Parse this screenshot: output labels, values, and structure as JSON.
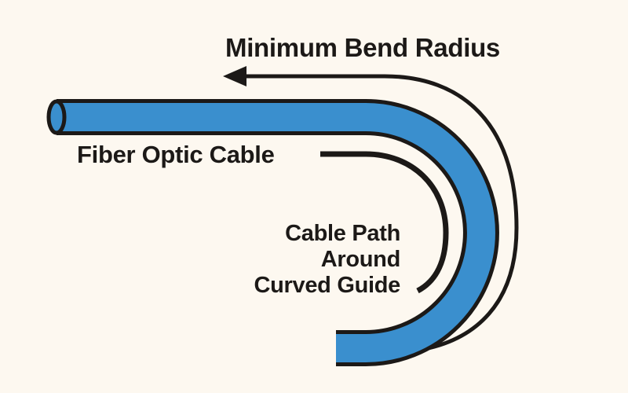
{
  "diagram": {
    "title": "Minimum Bend Radius",
    "cable_label": "Fiber Optic Cable",
    "path_label_lines": [
      "Cable Path",
      "Around",
      "Curved Guide"
    ]
  },
  "colors": {
    "background": "#fdf8f0",
    "line": "#1c1917",
    "cable_blue": "#3a8fce",
    "text": "#1c1917"
  }
}
